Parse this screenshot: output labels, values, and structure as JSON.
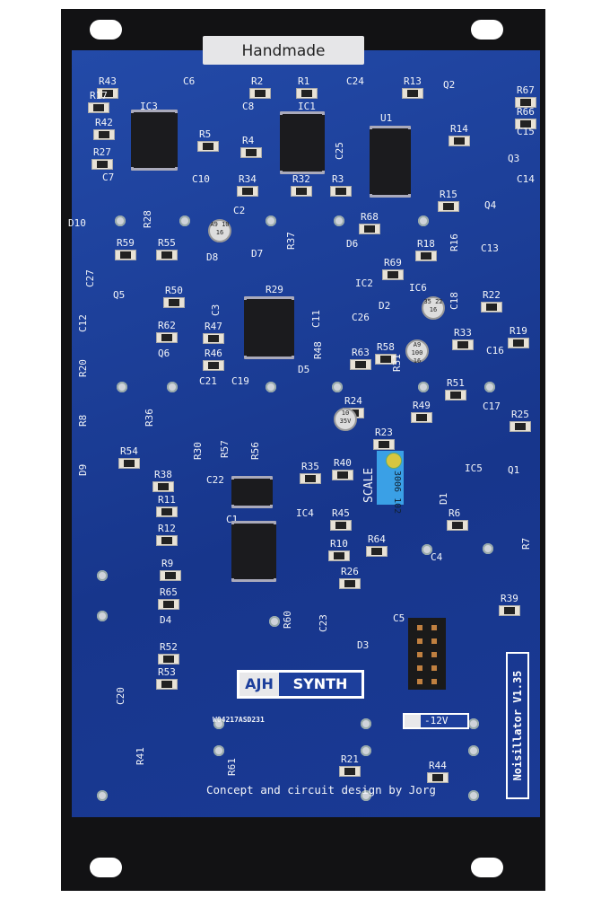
{
  "panel": {
    "label": "Handmade",
    "version": "Noisillator V1.35",
    "credit": "Concept and circuit design by Jorg",
    "serial": "W04217ASD231",
    "voltage": "-12V"
  },
  "logo": {
    "left": "AJH",
    "right": "SYNTH"
  },
  "trimmer": {
    "label": "SCALE",
    "marking": "3006 102"
  },
  "caps": {
    "c2": "A9 10 16",
    "c18": "35 22 16",
    "c16": "A9 100 16",
    "c17": "10 35V"
  },
  "pcb": {
    "labels": [
      "R43",
      "C6",
      "R2",
      "R1",
      "C24",
      "R13",
      "Q2",
      "R67",
      "IC3",
      "C8",
      "IC1",
      "R66",
      "R42",
      "R5",
      "R4",
      "C25",
      "U1",
      "R14",
      "C15",
      "R27",
      "Q3",
      "C10",
      "R34",
      "R32",
      "R3",
      "R15",
      "C14",
      "C7",
      "R28",
      "C2",
      "R68",
      "Q4",
      "D10",
      "R37",
      "D6",
      "R18",
      "R16",
      "R59",
      "R55",
      "D8",
      "D7",
      "R69",
      "C13",
      "C27",
      "Q5",
      "R50",
      "C3",
      "R29",
      "IC2",
      "IC6",
      "C18",
      "R22",
      "C12",
      "R62",
      "R47",
      "C11",
      "C26",
      "D2",
      "R33",
      "R19",
      "Q6",
      "R46",
      "R48",
      "R58",
      "R31",
      "C16",
      "R20",
      "R63",
      "D5",
      "C21",
      "C19",
      "R51",
      "R24",
      "C17",
      "R25",
      "R8",
      "R36",
      "R49",
      "R23",
      "R30",
      "R57",
      "R56",
      "R54",
      "R38",
      "D9",
      "R35",
      "R40",
      "C22",
      "IC5",
      "Q1",
      "D1",
      "R11",
      "R6",
      "C1",
      "IC4",
      "R45",
      "R12",
      "R7",
      "R10",
      "R64",
      "C4",
      "R9",
      "R26",
      "R65",
      "R39",
      "R60",
      "C23",
      "C5",
      "D3",
      "D4",
      "R52",
      "R53",
      "C20",
      "R41",
      "R61",
      "R21",
      "R44",
      "R17"
    ]
  },
  "colors": {
    "pcb": "#1d3f9c",
    "panel": "#121214",
    "silkscreen": "#f2f4f8"
  }
}
